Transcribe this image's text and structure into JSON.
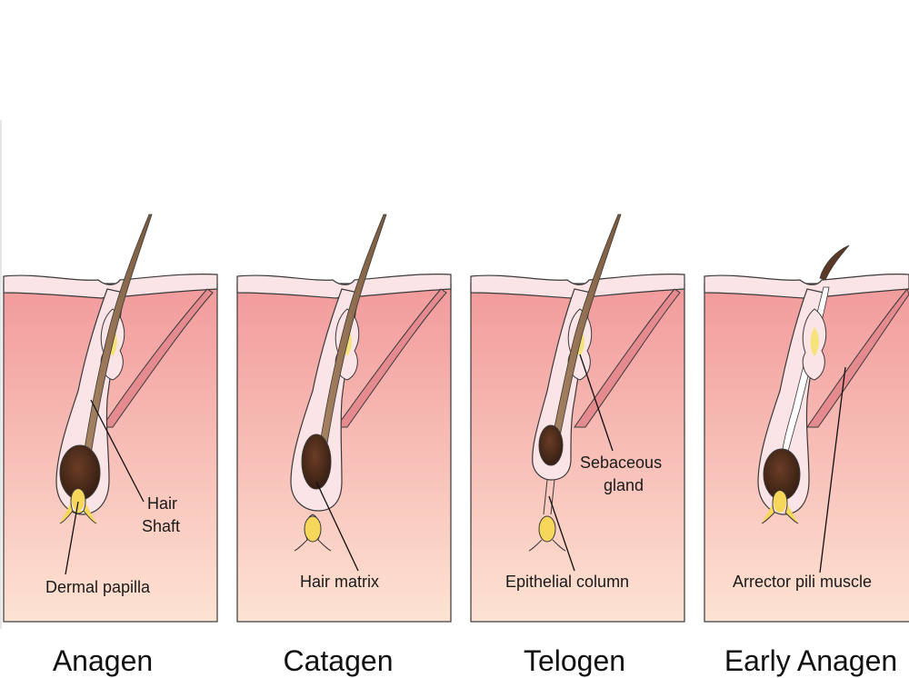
{
  "panels": [
    {
      "stage": "Anagen",
      "labels": {
        "hair_1": "Hair",
        "hair_2": "Shaft",
        "papilla": "Dermal papilla"
      }
    },
    {
      "stage": "Catagen",
      "labels": {
        "matrix": "Hair matrix"
      }
    },
    {
      "stage": "Telogen",
      "labels": {
        "gland_1": "Sebaceous",
        "gland_2": "gland",
        "column": "Epithelial column"
      }
    },
    {
      "stage": "Early Anagen",
      "labels": {
        "muscle": "Arrector pili muscle"
      }
    }
  ],
  "colors": {
    "dermis_top": "#f29a9c",
    "dermis_bottom": "#fde3d2",
    "epidermis": "#fbe4e6",
    "hair": "#8c6a4c",
    "bulb_dark": "#3f2418",
    "papilla": "#f6d75a",
    "muscle": "#e58a8e",
    "outline": "#3a3a3a"
  }
}
